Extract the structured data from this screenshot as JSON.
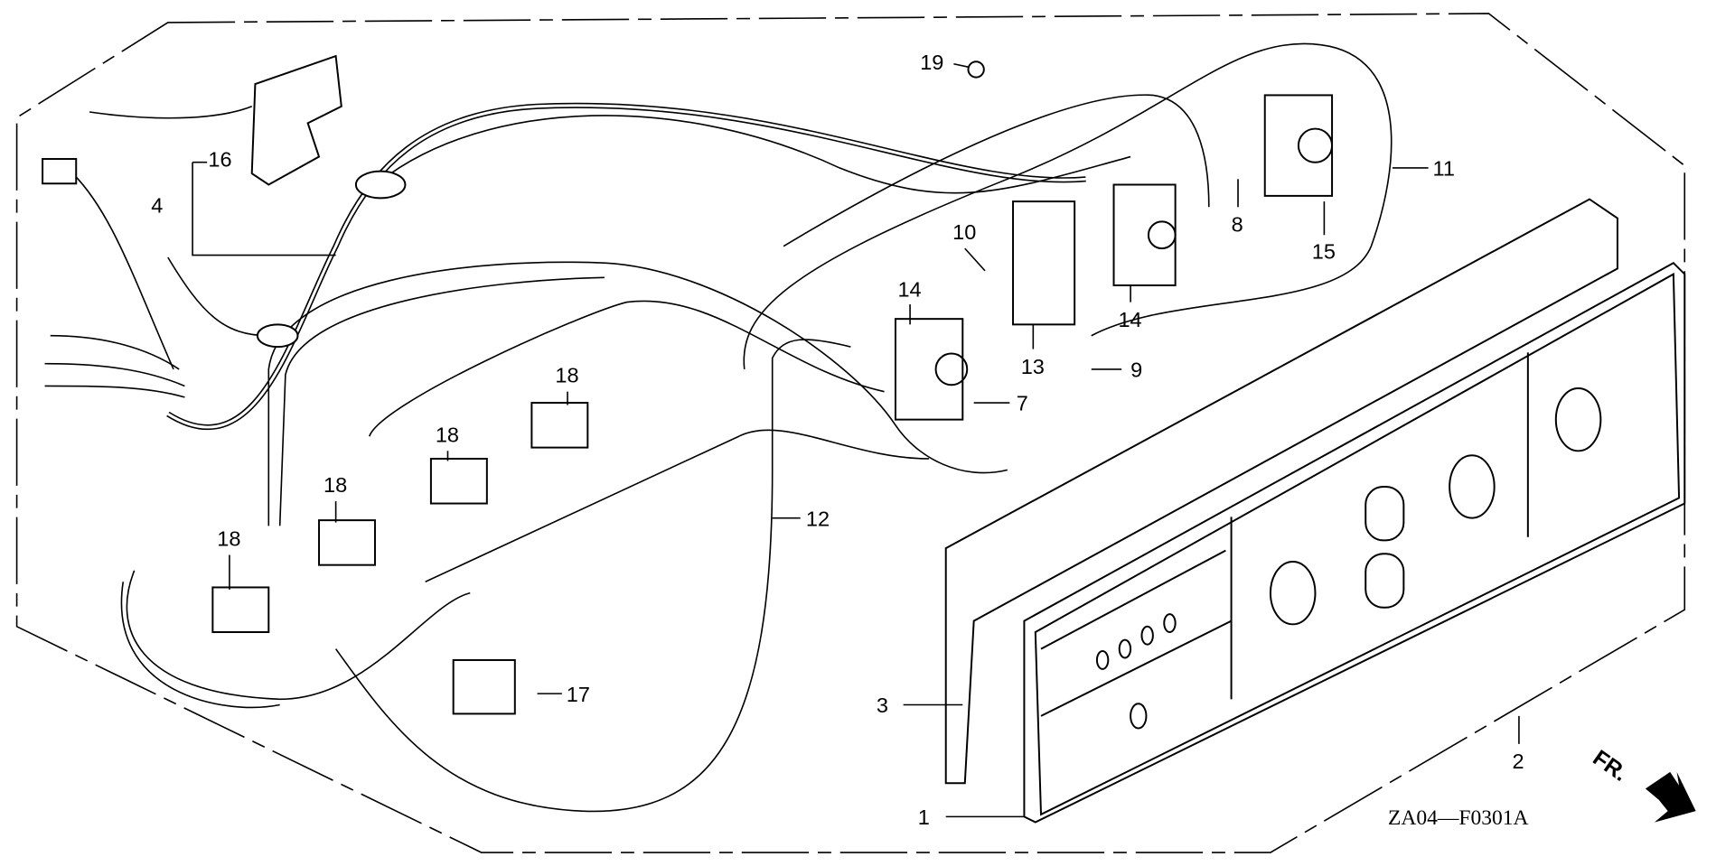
{
  "diagram": {
    "code": "ZA04—F0301A",
    "direction_label": "FR.",
    "callouts": [
      "19",
      "16",
      "4",
      "10",
      "8",
      "11",
      "15",
      "14",
      "14",
      "13",
      "9",
      "7",
      "18",
      "18",
      "18",
      "18",
      "12",
      "17",
      "3",
      "2",
      "1"
    ]
  }
}
